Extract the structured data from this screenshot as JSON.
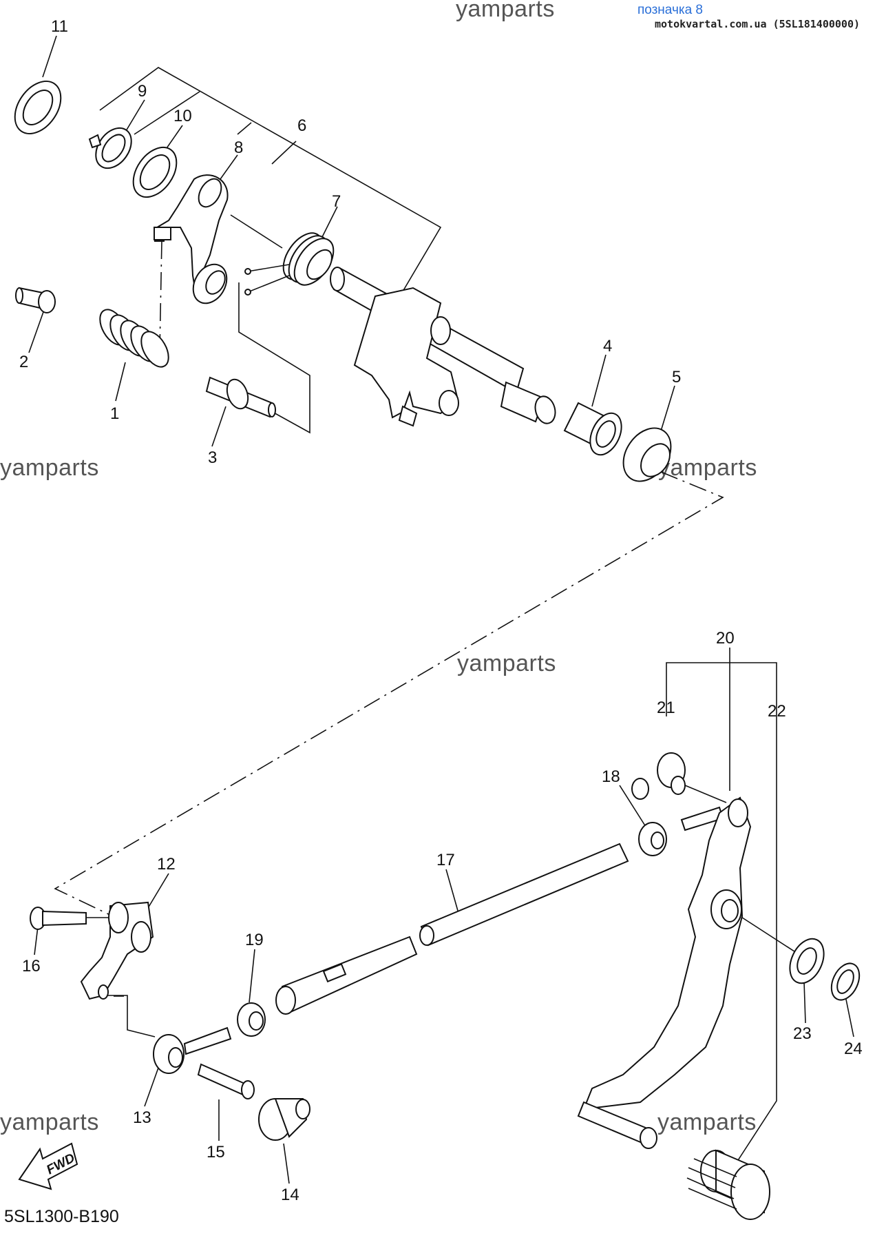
{
  "header": {
    "badge": "позначка 8",
    "source": "motokvartal.com.ua (5SL181400000)"
  },
  "watermark": "yamparts",
  "diagram_code": "5SL1300-B190",
  "fwd_label": "FWD",
  "callouts": [
    "1",
    "2",
    "3",
    "4",
    "5",
    "6",
    "7",
    "8",
    "9",
    "10",
    "11",
    "12",
    "13",
    "14",
    "15",
    "16",
    "17",
    "18",
    "19",
    "20",
    "21",
    "22",
    "23",
    "24"
  ]
}
